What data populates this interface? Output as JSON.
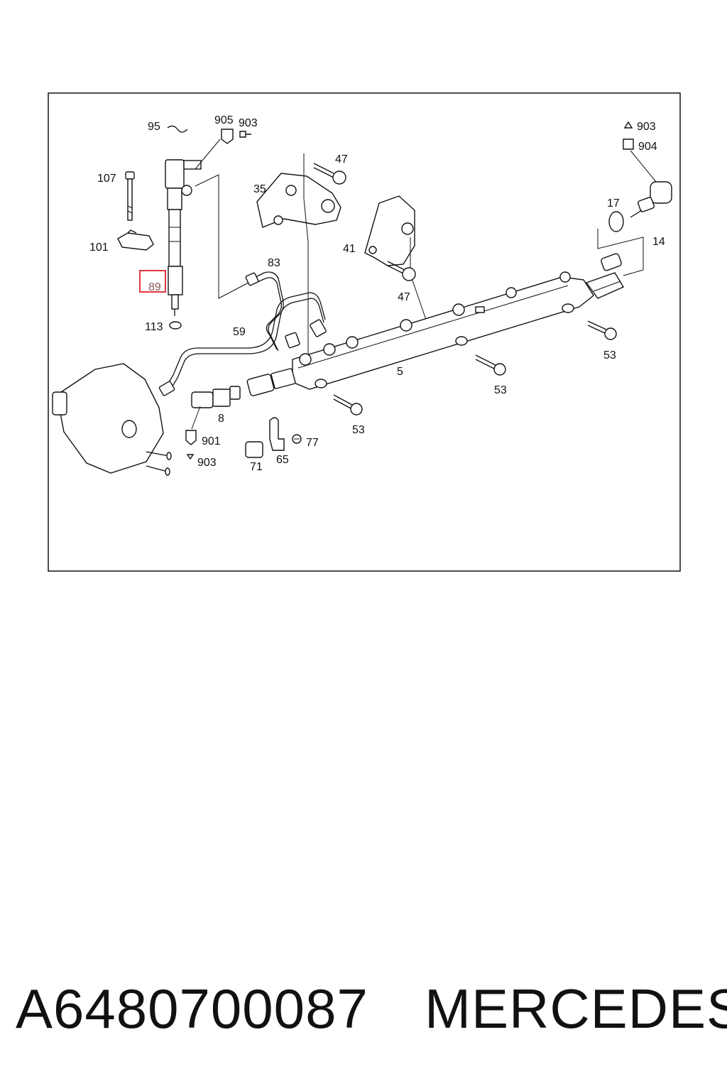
{
  "diagram": {
    "labels": {
      "l95": "95",
      "l905": "905",
      "l903a": "903",
      "l107": "107",
      "l101": "101",
      "l89": "89",
      "l113": "113",
      "l59": "59",
      "l83": "83",
      "l35": "35",
      "l47a": "47",
      "l41": "41",
      "l47b": "47",
      "l903b": "903",
      "l904": "904",
      "l17": "17",
      "l14": "14",
      "l5": "5",
      "l53a": "53",
      "l53b": "53",
      "l53c": "53",
      "l8": "8",
      "l901": "901",
      "l903c": "903",
      "l71": "71",
      "l65": "65",
      "l77": "77"
    },
    "highlighted_part": "89",
    "highlight_color": "#e0202a"
  },
  "caption": {
    "part_number": "A6480700087",
    "brand": "MERCEDES"
  }
}
